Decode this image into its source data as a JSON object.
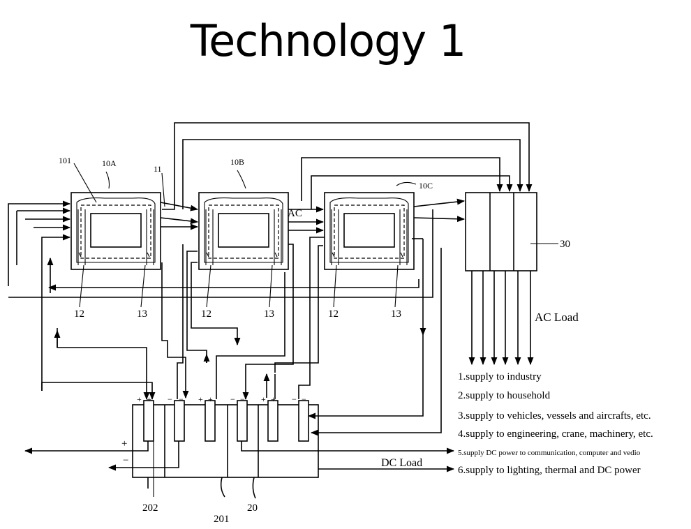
{
  "slide": {
    "title": "Technology 1"
  },
  "diagram": {
    "generators": [
      {
        "ref": "10A",
        "frame_ref": "101",
        "inner_left": "12",
        "inner_right": "13"
      },
      {
        "ref": "10B",
        "inner_left": "12",
        "inner_right": "13"
      },
      {
        "ref": "10C",
        "inner_left": "12",
        "inner_right": "13"
      }
    ],
    "lead_ref": "11",
    "ac_label": "AC",
    "distribution_ref": "30",
    "ac_load_label": "AC Load",
    "dc_unit": {
      "ref": "20",
      "left_ref": "202",
      "right_ref": "201",
      "plus": "+",
      "minus": "−"
    },
    "terminal_labels": [
      "+",
      "+",
      "−",
      "−",
      "+",
      "+",
      "−",
      "−",
      "+",
      "+",
      "−",
      "−"
    ],
    "dc_load_label": "DC Load",
    "loads": [
      "1.supply to industry",
      "2.supply to household",
      "3.supply to vehicles, vessels and aircrafts, etc.",
      "4.supply to engineering, crane, machinery, etc.",
      "5.supply DC power to communication, computer and vedio",
      "6.supply to lighting, thermal and DC power"
    ]
  }
}
